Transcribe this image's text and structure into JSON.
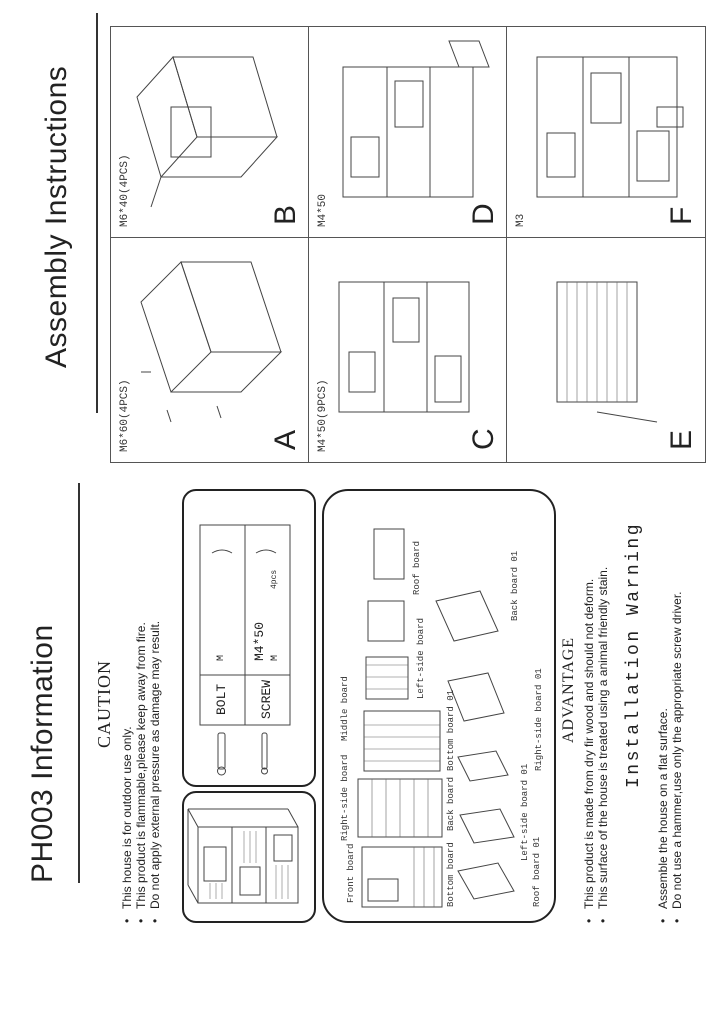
{
  "info": {
    "title": "PH003 Information",
    "caution_title": "CAUTION",
    "caution_items": [
      "This house is for outdoor use only.",
      "This product is flammable,please keep away from fire.",
      "Do not apply external pressure as damage may result."
    ],
    "parts_table": {
      "bolt_label": "BOLT",
      "bolt_spec": "M",
      "screw_label": "SCREW",
      "screw_spec1": "M4*50",
      "screw_spec2": "M",
      "screw_qty": "4pcs"
    },
    "boards": {
      "front": "Front board",
      "right_side": "Right-side board",
      "middle": "Middle board",
      "bottom": "Bottom board",
      "back": "Back board",
      "left_side": "Left-side board",
      "roof": "Roof board",
      "bottom01": "Bottom board 01",
      "left_side01": "Left-side board 01",
      "right_side01": "Right-side board 01",
      "roof01": "Roof board 01",
      "back01": "Back board 01"
    },
    "advantage_title": "ADVANTAGE",
    "advantage_items": [
      "This product is made from dry fir wood and should not deform.",
      "This surface of the house is treated using a animal friendly stain."
    ],
    "warning_title": "Installation Warning",
    "warning_items": [
      "Assemble the house on a flat surface.",
      "Do not use a hammer,use only the appropriate screw driver."
    ]
  },
  "assembly": {
    "title": "Assembly Instructions",
    "panels": [
      {
        "letter": "A",
        "label": "M6*60(4PCS)"
      },
      {
        "letter": "B",
        "label": "M6*40(4PCS)"
      },
      {
        "letter": "C",
        "label": "M4*50(9PCS)"
      },
      {
        "letter": "D",
        "label": "M4*50"
      },
      {
        "letter": "E",
        "label": ""
      },
      {
        "letter": "F",
        "label": "M3"
      }
    ]
  }
}
